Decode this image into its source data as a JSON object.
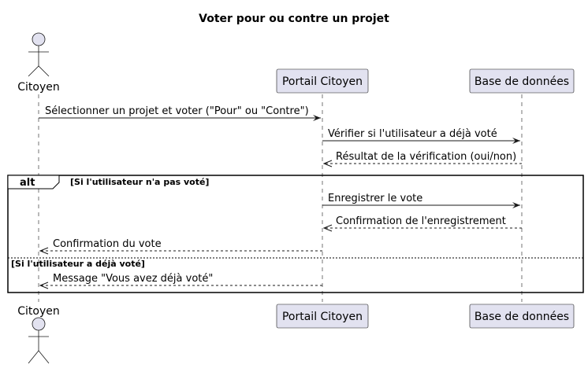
{
  "title": "Voter pour ou contre un projet",
  "participants": [
    {
      "label": "Citoyen",
      "kind": "actor"
    },
    {
      "label": "Portail Citoyen",
      "kind": "participant"
    },
    {
      "label": "Base de données",
      "kind": "participant"
    }
  ],
  "messages": [
    {
      "from": 0,
      "to": 1,
      "label": "Sélectionner un projet et voter (\"Pour\" ou \"Contre\")",
      "style": "solid"
    },
    {
      "from": 1,
      "to": 2,
      "label": "Vérifier si l'utilisateur a déjà voté",
      "style": "solid"
    },
    {
      "from": 2,
      "to": 1,
      "label": "Résultat de la vérification (oui/non)",
      "style": "dashed"
    },
    {
      "from": 1,
      "to": 2,
      "label": "Enregistrer le vote",
      "style": "solid"
    },
    {
      "from": 2,
      "to": 1,
      "label": "Confirmation de l'enregistrement",
      "style": "dashed"
    },
    {
      "from": 1,
      "to": 0,
      "label": "Confirmation du vote",
      "style": "dashed"
    },
    {
      "from": 1,
      "to": 0,
      "label": "Message \"Vous avez déjà voté\"",
      "style": "dashed"
    }
  ],
  "alt_frame": {
    "keyword": "alt",
    "guard_1": "[Si l'utilisateur n'a pas voté]",
    "guard_2": "[Si l'utilisateur a déjà voté]"
  },
  "colors": {
    "participant_fill": "#E2E2F0",
    "line": "#181818"
  }
}
